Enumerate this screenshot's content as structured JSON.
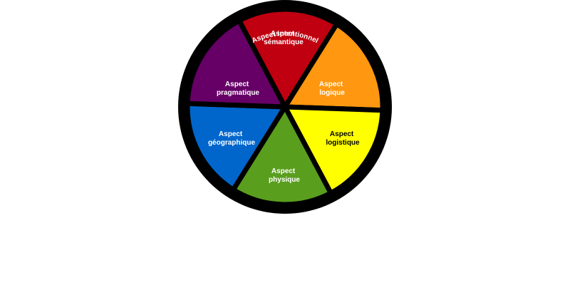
{
  "ring": {
    "label": "Aspect intentionnel",
    "color": "#000000"
  },
  "segments": [
    {
      "line1": "Aspect",
      "line2": "sémantique",
      "color": "#C00010",
      "text_color": "#FFFFFF"
    },
    {
      "line1": "Aspect",
      "line2": "logique",
      "color": "#FF9710",
      "text_color": "#FFFFFF"
    },
    {
      "line1": "Aspect",
      "line2": "logistique",
      "color": "#FFFF00",
      "text_color": "#000000"
    },
    {
      "line1": "Aspect",
      "line2": "physique",
      "color": "#5A9E1E",
      "text_color": "#FFFFFF"
    },
    {
      "line1": "Aspect",
      "line2": "géographique",
      "color": "#0066CC",
      "text_color": "#FFFFFF"
    },
    {
      "line1": "Aspect",
      "line2": "pragmatique",
      "color": "#660066",
      "text_color": "#FFFFFF"
    }
  ]
}
